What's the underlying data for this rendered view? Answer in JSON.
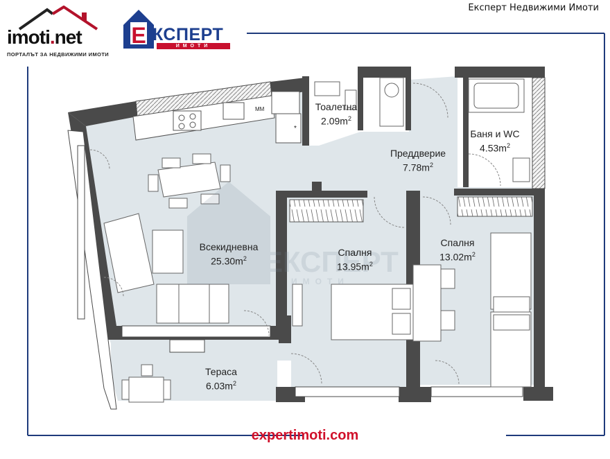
{
  "header": {
    "brand_top": "Експерт Недвижими Имоти",
    "imoti_logo_main": "imoti",
    "imoti_logo_dot": ".",
    "imoti_logo_tld": "net",
    "imoti_logo_tagline": "ПОРТАЛЪТ ЗА НЕДВИЖИМИ ИМОТИ",
    "expert_logo_main": "КСПЕРТ",
    "expert_logo_sub": "ИМОТИ",
    "expert_logo_letter": "Е"
  },
  "watermark": {
    "main": "ЕКСПЕРТ",
    "sub": "ИМОТИ"
  },
  "rooms": [
    {
      "name": "Тоалетна",
      "area": "2.09",
      "unit": "m",
      "sup": "2"
    },
    {
      "name": "Преддверие",
      "area": "7.78",
      "unit": "m",
      "sup": "2"
    },
    {
      "name": "Баня и WC",
      "area": "4.53",
      "unit": "m",
      "sup": "2"
    },
    {
      "name": "Всекидневна",
      "area": "25.30",
      "unit": "m",
      "sup": "2"
    },
    {
      "name": "Спалня",
      "area": "13.95",
      "unit": "m",
      "sup": "2"
    },
    {
      "name": "Спалня",
      "area": "13.02",
      "unit": "m",
      "sup": "2"
    },
    {
      "name": "Тераса",
      "area": "6.03",
      "unit": "m",
      "sup": "2"
    }
  ],
  "kitchen_marks": {
    "appliance": "MM",
    "star": "*"
  },
  "footer": {
    "website": "expertimoti.com"
  },
  "colors": {
    "floor": "#dfe6ea",
    "wall": "#4a4a4a",
    "frame": "#1e3a7b",
    "accent_red": "#d0102a",
    "brand_blue": "#1d3f8f"
  }
}
